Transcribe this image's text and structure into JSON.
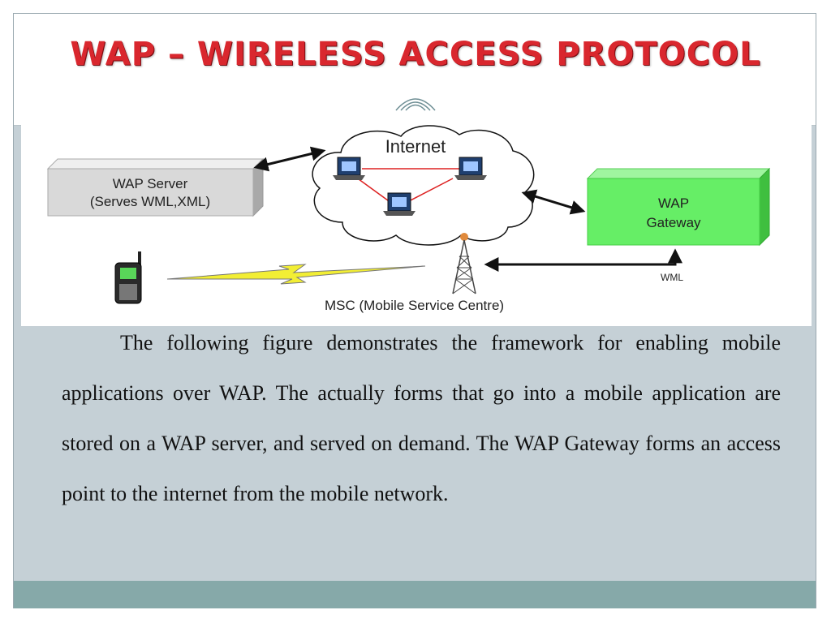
{
  "slide": {
    "title": "WAP – WIRELESS ACCESS PROTOCOL",
    "body": "The following figure demonstrates the framework for enabling mobile applications over WAP. The actually forms that go into a mobile application are stored on a WAP server, and served on demand. The WAP Gateway forms an access point to the internet from the mobile network."
  },
  "diagram": {
    "internet_label": "Internet",
    "wap_server_line1": "WAP Server",
    "wap_server_line2": "(Serves WML,XML)",
    "gateway_line1": "WAP",
    "gateway_line2": "Gateway",
    "wml_label": "WML",
    "msc_label": "MSC (Mobile Service Centre)"
  },
  "colors": {
    "title": "#d9272e",
    "slide_background": "#c5d0d6",
    "footer_band": "#86a9a9",
    "gateway_fill": "#66ee66",
    "server_fill": "#d9d9d9",
    "lightning": "#f2ee34"
  },
  "icons": [
    "laptop-icon",
    "mobile-phone-icon",
    "antenna-tower-icon",
    "lightning-icon",
    "cloud-icon"
  ]
}
